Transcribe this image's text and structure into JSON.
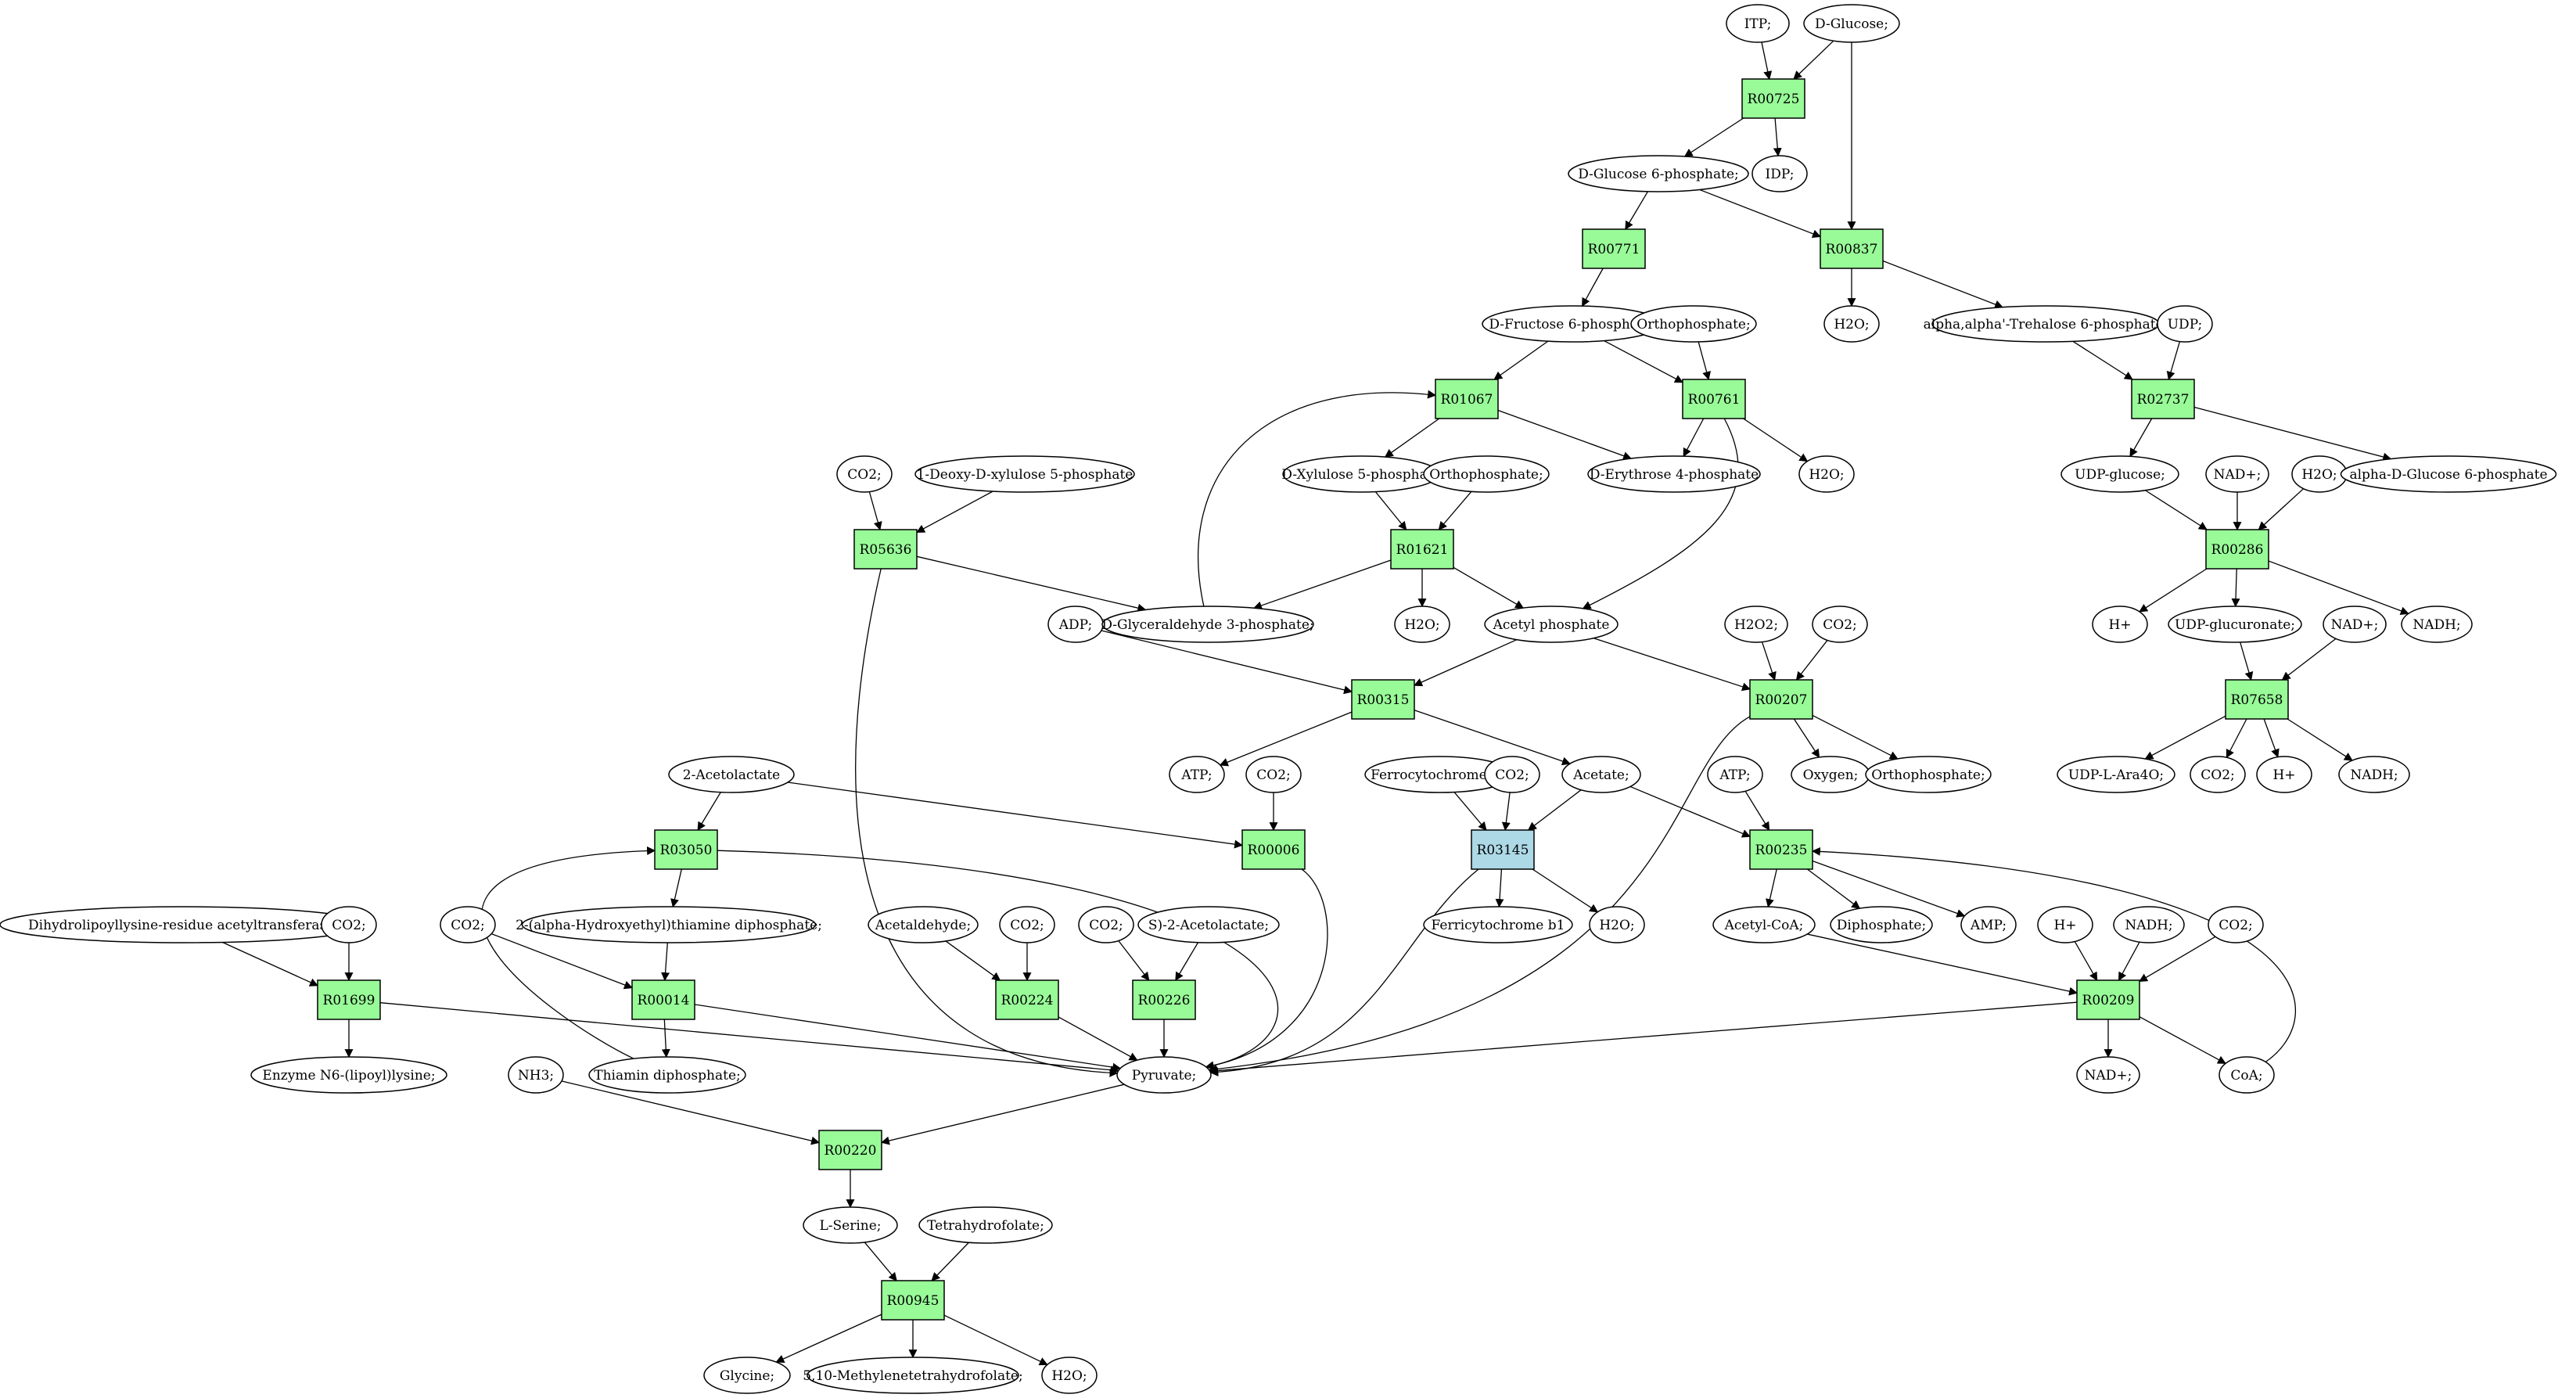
{
  "colors": {
    "reaction": "#98fb98",
    "reaction_highlight": "#add8e6",
    "source_compound": "#00ee00",
    "target_compound": "#ffff00",
    "compound": "#ffffff"
  },
  "nodes": [
    {
      "id": "ITP",
      "label": "ITP;",
      "kind": "compound"
    },
    {
      "id": "DGlc",
      "label": "D-Glucose;",
      "kind": "compound",
      "fill": "source"
    },
    {
      "id": "R00725",
      "label": "R00725",
      "kind": "reaction"
    },
    {
      "id": "G6P",
      "label": "D-Glucose 6-phosphate;",
      "kind": "compound"
    },
    {
      "id": "IDP",
      "label": "IDP;",
      "kind": "compound"
    },
    {
      "id": "R00771",
      "label": "R00771",
      "kind": "reaction"
    },
    {
      "id": "R00837",
      "label": "R00837",
      "kind": "reaction"
    },
    {
      "id": "F6P",
      "label": "D-Fructose 6-phosphate;",
      "kind": "compound"
    },
    {
      "id": "OrthoA",
      "label": "Orthophosphate;",
      "kind": "compound"
    },
    {
      "id": "H2O_a",
      "label": "H2O;",
      "kind": "compound"
    },
    {
      "id": "T6P",
      "label": "alpha,alpha'-Trehalose 6-phosphate;",
      "kind": "compound"
    },
    {
      "id": "UDP",
      "label": "UDP;",
      "kind": "compound"
    },
    {
      "id": "R01067",
      "label": "R01067",
      "kind": "reaction"
    },
    {
      "id": "R00761",
      "label": "R00761",
      "kind": "reaction"
    },
    {
      "id": "R02737",
      "label": "R02737",
      "kind": "reaction"
    },
    {
      "id": "CO2_a",
      "label": "CO2;",
      "kind": "compound"
    },
    {
      "id": "DXP",
      "label": "1-Deoxy-D-xylulose 5-phosphate",
      "kind": "compound"
    },
    {
      "id": "X5P",
      "label": "D-Xylulose 5-phosphate",
      "kind": "compound"
    },
    {
      "id": "OrthoB",
      "label": "Orthophosphate;",
      "kind": "compound"
    },
    {
      "id": "E4P",
      "label": "D-Erythrose 4-phosphate",
      "kind": "compound"
    },
    {
      "id": "H2O_b",
      "label": "H2O;",
      "kind": "compound"
    },
    {
      "id": "UDPG",
      "label": "UDP-glucose;",
      "kind": "compound"
    },
    {
      "id": "NADp_a",
      "label": "NAD+;",
      "kind": "compound"
    },
    {
      "id": "H2O_c",
      "label": "H2O;",
      "kind": "compound"
    },
    {
      "id": "aG6P",
      "label": "alpha-D-Glucose 6-phosphate",
      "kind": "compound"
    },
    {
      "id": "R05636",
      "label": "R05636",
      "kind": "reaction"
    },
    {
      "id": "R01621",
      "label": "R01621",
      "kind": "reaction"
    },
    {
      "id": "R00286",
      "label": "R00286",
      "kind": "reaction"
    },
    {
      "id": "ADP",
      "label": "ADP;",
      "kind": "compound"
    },
    {
      "id": "GAP",
      "label": "D-Glyceraldehyde 3-phosphate;",
      "kind": "compound"
    },
    {
      "id": "H2O_d",
      "label": "H2O;",
      "kind": "compound"
    },
    {
      "id": "AcP",
      "label": "Acetyl phosphate",
      "kind": "compound"
    },
    {
      "id": "H2O2",
      "label": "H2O2;",
      "kind": "compound"
    },
    {
      "id": "CO2_b",
      "label": "CO2;",
      "kind": "compound"
    },
    {
      "id": "Hp_a",
      "label": "H+",
      "kind": "compound"
    },
    {
      "id": "UDPGA",
      "label": "UDP-glucuronate;",
      "kind": "compound"
    },
    {
      "id": "NADp_b",
      "label": "NAD+;",
      "kind": "compound"
    },
    {
      "id": "NADH_a",
      "label": "NADH;",
      "kind": "compound"
    },
    {
      "id": "R00315",
      "label": "R00315",
      "kind": "reaction"
    },
    {
      "id": "R00207",
      "label": "R00207",
      "kind": "reaction"
    },
    {
      "id": "R07658",
      "label": "R07658",
      "kind": "reaction"
    },
    {
      "id": "Acetolactate",
      "label": "2-Acetolactate",
      "kind": "compound"
    },
    {
      "id": "ATP_a",
      "label": "ATP;",
      "kind": "compound"
    },
    {
      "id": "CO2_c",
      "label": "CO2;",
      "kind": "compound"
    },
    {
      "id": "Ferrocyt",
      "label": "Ferrocytochrome b1",
      "kind": "compound"
    },
    {
      "id": "CO2_d",
      "label": "CO2;",
      "kind": "compound"
    },
    {
      "id": "Acetate",
      "label": "Acetate;",
      "kind": "compound"
    },
    {
      "id": "ATP_b",
      "label": "ATP;",
      "kind": "compound"
    },
    {
      "id": "Oxygen",
      "label": "Oxygen;",
      "kind": "compound"
    },
    {
      "id": "OrthoC",
      "label": "Orthophosphate;",
      "kind": "compound"
    },
    {
      "id": "UDPAra",
      "label": "UDP-L-Ara4O;",
      "kind": "compound"
    },
    {
      "id": "CO2_e",
      "label": "CO2;",
      "kind": "compound"
    },
    {
      "id": "Hp_b",
      "label": "H+",
      "kind": "compound"
    },
    {
      "id": "NADH_b",
      "label": "NADH;",
      "kind": "compound"
    },
    {
      "id": "R03050",
      "label": "R03050",
      "kind": "reaction"
    },
    {
      "id": "R00006",
      "label": "R00006",
      "kind": "reaction"
    },
    {
      "id": "R03145",
      "label": "R03145",
      "kind": "reaction",
      "fill": "highlight"
    },
    {
      "id": "R00235",
      "label": "R00235",
      "kind": "reaction"
    },
    {
      "id": "DihydroLip",
      "label": "Dihydrolipoyllysine-residue acetyltransferase]",
      "kind": "compound"
    },
    {
      "id": "CO2_f",
      "label": "CO2;",
      "kind": "compound"
    },
    {
      "id": "CO2_g",
      "label": "CO2;",
      "kind": "compound"
    },
    {
      "id": "HETPP",
      "label": "2-(alpha-Hydroxyethyl)thiamine diphosphate;",
      "kind": "compound"
    },
    {
      "id": "Acetald",
      "label": "Acetaldehyde;",
      "kind": "compound"
    },
    {
      "id": "CO2_h",
      "label": "CO2;",
      "kind": "compound"
    },
    {
      "id": "CO2_i",
      "label": "CO2;",
      "kind": "compound"
    },
    {
      "id": "SAcetolactate",
      "label": "S)-2-Acetolactate;",
      "kind": "compound"
    },
    {
      "id": "Ferricyt",
      "label": "Ferricytochrome b1",
      "kind": "compound"
    },
    {
      "id": "H2O_e",
      "label": "H2O;",
      "kind": "compound"
    },
    {
      "id": "AcCoA",
      "label": "Acetyl-CoA;",
      "kind": "compound"
    },
    {
      "id": "Diphos",
      "label": "Diphosphate;",
      "kind": "compound"
    },
    {
      "id": "AMP",
      "label": "AMP;",
      "kind": "compound"
    },
    {
      "id": "Hp_c",
      "label": "H+",
      "kind": "compound"
    },
    {
      "id": "NADH_c",
      "label": "NADH;",
      "kind": "compound"
    },
    {
      "id": "CO2_j",
      "label": "CO2;",
      "kind": "compound"
    },
    {
      "id": "R01699",
      "label": "R01699",
      "kind": "reaction"
    },
    {
      "id": "R00014",
      "label": "R00014",
      "kind": "reaction"
    },
    {
      "id": "R00224",
      "label": "R00224",
      "kind": "reaction"
    },
    {
      "id": "R00226",
      "label": "R00226",
      "kind": "reaction"
    },
    {
      "id": "R00209",
      "label": "R00209",
      "kind": "reaction"
    },
    {
      "id": "EnzLip",
      "label": "Enzyme N6-(lipoyl)lysine;",
      "kind": "compound"
    },
    {
      "id": "ThDP",
      "label": "Thiamin diphosphate;",
      "kind": "compound"
    },
    {
      "id": "Pyruvate",
      "label": "Pyruvate;",
      "kind": "compound"
    },
    {
      "id": "NADp_c",
      "label": "NAD+;",
      "kind": "compound"
    },
    {
      "id": "CoA",
      "label": "CoA;",
      "kind": "compound"
    },
    {
      "id": "NH3",
      "label": "NH3;",
      "kind": "compound"
    },
    {
      "id": "R00220",
      "label": "R00220",
      "kind": "reaction"
    },
    {
      "id": "LSer",
      "label": "L-Serine;",
      "kind": "compound"
    },
    {
      "id": "THF",
      "label": "Tetrahydrofolate;",
      "kind": "compound"
    },
    {
      "id": "R00945",
      "label": "R00945",
      "kind": "reaction"
    },
    {
      "id": "Glycine",
      "label": "Glycine;",
      "kind": "compound",
      "fill": "target"
    },
    {
      "id": "MTHF",
      "label": "5,10-Methylenetetrahydrofolate;",
      "kind": "compound"
    },
    {
      "id": "H2O_f",
      "label": "H2O;",
      "kind": "compound"
    }
  ],
  "edges": [
    [
      "ITP",
      "R00725"
    ],
    [
      "DGlc",
      "R00725"
    ],
    [
      "DGlc",
      "R00837"
    ],
    [
      "R00725",
      "G6P"
    ],
    [
      "R00725",
      "IDP"
    ],
    [
      "G6P",
      "R00771"
    ],
    [
      "G6P",
      "R00837"
    ],
    [
      "R00837",
      "H2O_a"
    ],
    [
      "R00837",
      "T6P"
    ],
    [
      "R00771",
      "F6P"
    ],
    [
      "F6P",
      "R01067"
    ],
    [
      "F6P",
      "R00761"
    ],
    [
      "OrthoA",
      "R00761"
    ],
    [
      "T6P",
      "R02737"
    ],
    [
      "UDP",
      "R02737"
    ],
    [
      "R02737",
      "UDPG"
    ],
    [
      "R02737",
      "aG6P"
    ],
    [
      "R01067",
      "X5P"
    ],
    [
      "R01067",
      "E4P"
    ],
    [
      "GAP",
      "R01067"
    ],
    [
      "R00761",
      "E4P"
    ],
    [
      "R00761",
      "H2O_b"
    ],
    [
      "R00761",
      "AcP"
    ],
    [
      "CO2_a",
      "R05636"
    ],
    [
      "DXP",
      "R05636"
    ],
    [
      "R05636",
      "GAP"
    ],
    [
      "R05636",
      "Pyruvate"
    ],
    [
      "X5P",
      "R01621"
    ],
    [
      "OrthoB",
      "R01621"
    ],
    [
      "R01621",
      "GAP"
    ],
    [
      "R01621",
      "H2O_d"
    ],
    [
      "R01621",
      "AcP"
    ],
    [
      "UDPG",
      "R00286"
    ],
    [
      "NADp_a",
      "R00286"
    ],
    [
      "H2O_c",
      "R00286"
    ],
    [
      "R00286",
      "Hp_a"
    ],
    [
      "R00286",
      "UDPGA"
    ],
    [
      "R00286",
      "NADH_a"
    ],
    [
      "ADP",
      "R00315"
    ],
    [
      "AcP",
      "R00315"
    ],
    [
      "AcP",
      "R00207"
    ],
    [
      "H2O2",
      "R00207"
    ],
    [
      "CO2_b",
      "R00207"
    ],
    [
      "UDPGA",
      "R07658"
    ],
    [
      "NADp_b",
      "R07658"
    ],
    [
      "R07658",
      "UDPAra"
    ],
    [
      "R07658",
      "CO2_e"
    ],
    [
      "R07658",
      "Hp_b"
    ],
    [
      "R07658",
      "NADH_b"
    ],
    [
      "R00315",
      "ATP_a"
    ],
    [
      "R00315",
      "Acetate"
    ],
    [
      "R00207",
      "Oxygen"
    ],
    [
      "R00207",
      "OrthoC"
    ],
    [
      "R00207",
      "Pyruvate"
    ],
    [
      "Acetolactate",
      "R03050"
    ],
    [
      "Acetolactate",
      "R00006"
    ],
    [
      "CO2_c",
      "R00006"
    ],
    [
      "Ferrocyt",
      "R03145"
    ],
    [
      "CO2_d",
      "R03145"
    ],
    [
      "Acetate",
      "R03145"
    ],
    [
      "Acetate",
      "R00235"
    ],
    [
      "ATP_b",
      "R00235"
    ],
    [
      "R03050",
      "HETPP"
    ],
    [
      "R03050",
      "Pyruvate"
    ],
    [
      "R00006",
      "Pyruvate"
    ],
    [
      "R03145",
      "Ferricyt"
    ],
    [
      "R03145",
      "H2O_e"
    ],
    [
      "R03145",
      "Pyruvate"
    ],
    [
      "R00235",
      "AcCoA"
    ],
    [
      "R00235",
      "Diphos"
    ],
    [
      "R00235",
      "AMP"
    ],
    [
      "DihydroLip",
      "R01699"
    ],
    [
      "CO2_f",
      "R01699"
    ],
    [
      "CO2_g",
      "R00014"
    ],
    [
      "HETPP",
      "R00014"
    ],
    [
      "Acetald",
      "R00224"
    ],
    [
      "CO2_h",
      "R00224"
    ],
    [
      "CO2_i",
      "R00226"
    ],
    [
      "SAcetolactate",
      "R00226"
    ],
    [
      "AcCoA",
      "R00209"
    ],
    [
      "Hp_c",
      "R00209"
    ],
    [
      "NADH_c",
      "R00209"
    ],
    [
      "CO2_j",
      "R00209"
    ],
    [
      "R01699",
      "EnzLip"
    ],
    [
      "R01699",
      "Pyruvate"
    ],
    [
      "R00014",
      "ThDP"
    ],
    [
      "R00014",
      "Pyruvate"
    ],
    [
      "ThDP",
      "R03050"
    ],
    [
      "R00224",
      "Pyruvate"
    ],
    [
      "R00226",
      "Pyruvate"
    ],
    [
      "R00209",
      "NADp_c"
    ],
    [
      "R00209",
      "CoA"
    ],
    [
      "R00209",
      "Pyruvate"
    ],
    [
      "CoA",
      "R00235"
    ],
    [
      "NH3",
      "R00220"
    ],
    [
      "Pyruvate",
      "R00220"
    ],
    [
      "R00220",
      "LSer"
    ],
    [
      "LSer",
      "R00945"
    ],
    [
      "THF",
      "R00945"
    ],
    [
      "R00945",
      "Glycine"
    ],
    [
      "R00945",
      "MTHF"
    ],
    [
      "R00945",
      "H2O_f"
    ]
  ]
}
